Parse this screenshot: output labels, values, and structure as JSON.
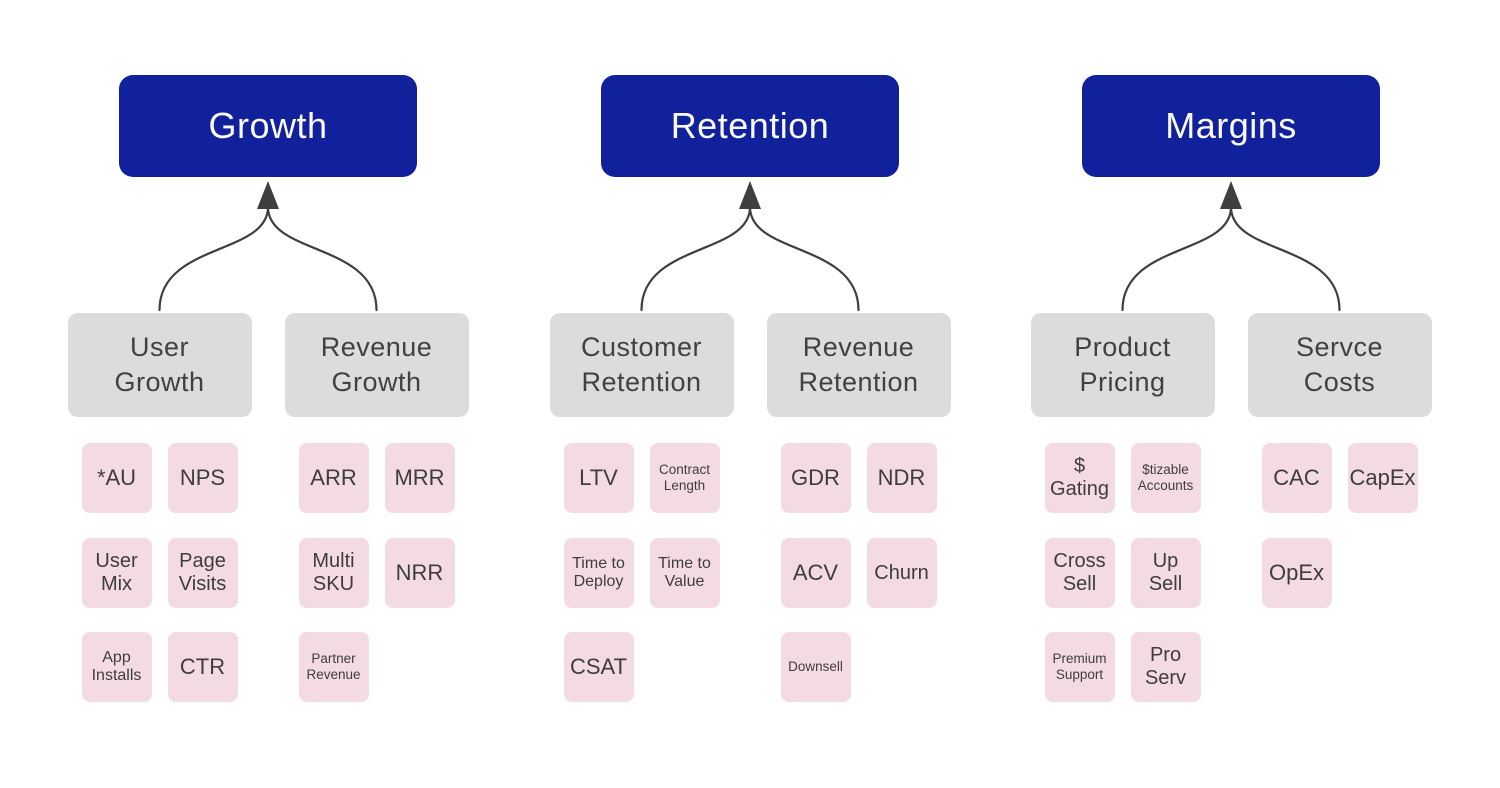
{
  "palette": {
    "header_bg": "#11219C",
    "header_text": "#FAFAFA",
    "subcategory_bg": "#DCDCDC",
    "metric_bg": "#F4DBE2",
    "text_dark": "#3D3D3D",
    "arrow_color": "#3F3F3F",
    "canvas_bg": "#FFFFFF"
  },
  "sections": [
    {
      "title": "Growth",
      "groups": [
        {
          "label": "User\nGrowth",
          "metrics": [
            "*AU",
            "NPS",
            "User\nMix",
            "Page\nVisits",
            "App\nInstalls",
            "CTR"
          ]
        },
        {
          "label": "Revenue\nGrowth",
          "metrics": [
            "ARR",
            "MRR",
            "Multi\nSKU",
            "NRR",
            "Partner\nRevenue"
          ]
        }
      ]
    },
    {
      "title": "Retention",
      "groups": [
        {
          "label": "Customer\nRetention",
          "metrics": [
            "LTV",
            "Contract\nLength",
            "Time to\nDeploy",
            "Time to\nValue",
            "CSAT"
          ]
        },
        {
          "label": "Revenue\nRetention",
          "metrics": [
            "GDR",
            "NDR",
            "ACV",
            "Churn",
            "Downsell"
          ]
        }
      ]
    },
    {
      "title": "Margins",
      "groups": [
        {
          "label": "Product\nPricing",
          "metrics": [
            "$\nGating",
            "$tizable\nAccounts",
            "Cross\nSell",
            "Up\nSell",
            "Premium\nSupport",
            "Pro\nServ"
          ]
        },
        {
          "label": "Servce\nCosts",
          "metrics": [
            "CAC",
            "CapEx",
            "OpEx"
          ]
        }
      ]
    }
  ]
}
